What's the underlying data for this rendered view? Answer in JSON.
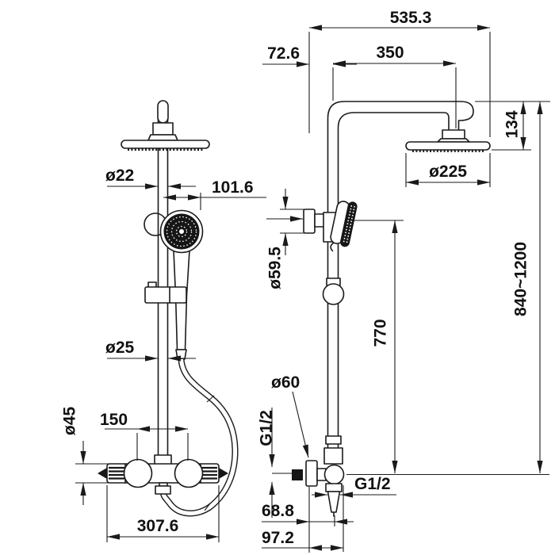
{
  "drawing": {
    "line_color": "#1a1a1a",
    "background_color": "#ffffff"
  },
  "front_view": {
    "dim_head_pipe_diameter": "ø22",
    "dim_handshower_offset": "101.6",
    "dim_riser_diameter": "ø25",
    "dim_valve_center_distance": "150",
    "dim_valve_body_diameter": "ø45",
    "dim_valve_overall_width": "307.6"
  },
  "side_view": {
    "dim_overall_depth": "535.3",
    "dim_wall_to_riser": "72.6",
    "dim_arm_reach": "350",
    "dim_head_drop": "134",
    "dim_head_diameter": "ø225",
    "dim_upper_bracket_diameter": "ø59.5",
    "dim_slide_bar_height": "770",
    "dim_overall_height_range": "840~1200",
    "dim_lower_bracket_diameter": "ø60",
    "label_inlet_thread": "G1/2",
    "label_outlet_thread": "G1/2",
    "dim_wall_to_outlet": "68.8",
    "dim_wall_to_valve_front": "97.2"
  }
}
